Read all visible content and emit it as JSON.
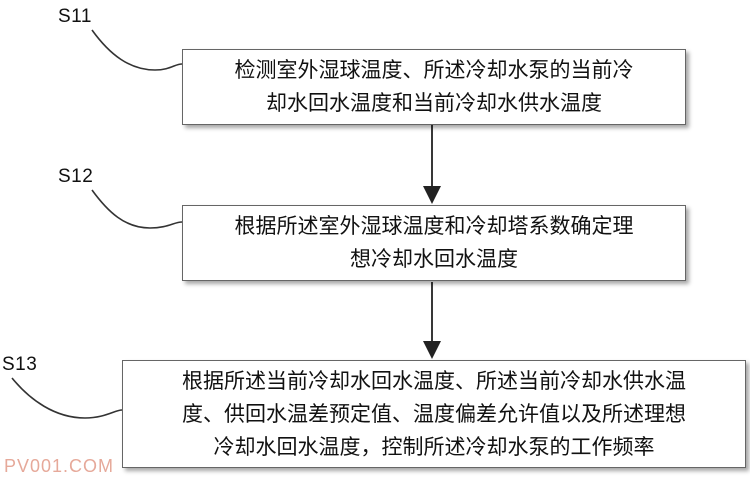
{
  "steps": [
    {
      "label": "S11",
      "lines": [
        "检测室外湿球温度、所述冷却水泵的当前冷",
        "却水回水温度和当前冷却水供水温度"
      ]
    },
    {
      "label": "S12",
      "lines": [
        "根据所述室外湿球温度和冷却塔系数确定理",
        "想冷却水回水温度"
      ]
    },
    {
      "label": "S13",
      "lines": [
        "根据所述当前冷却水回水温度、所述当前冷却水供水温",
        "度、供回水温差预定值、温度偏差允许值以及所述理想",
        "冷却水回水温度，控制所述冷却水泵的工作频率"
      ]
    }
  ],
  "watermark": "PV001.COM"
}
